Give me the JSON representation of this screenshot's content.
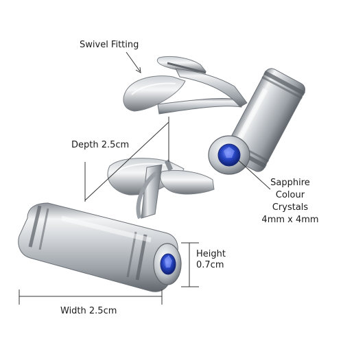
{
  "labels": {
    "swivel": "Swivel Fitting",
    "depth": "Depth 2.5cm",
    "width": "Width 2.5cm",
    "height_line1": "Height",
    "height_line2": "0.7cm",
    "sapphire_line1": "Sapphire",
    "sapphire_line2": "Colour",
    "sapphire_line3": "Crystals",
    "sapphire_line4": "4mm x 4mm"
  },
  "colors": {
    "crystal": "#1f3fb3",
    "metal_light": "#f4f5f6",
    "metal_dark": "#7c8288",
    "dimension_line": "#333333"
  }
}
